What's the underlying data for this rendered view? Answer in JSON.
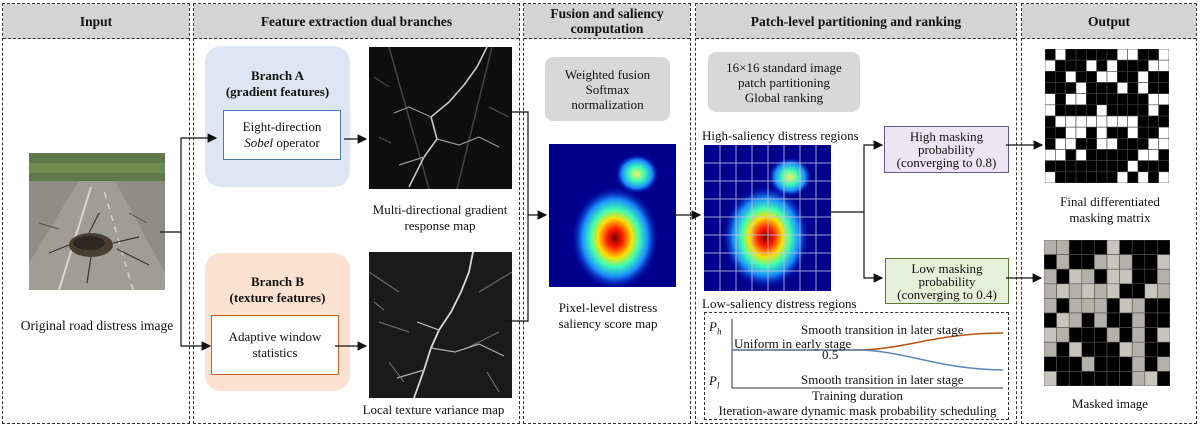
{
  "stages": {
    "input": "Input",
    "feature": "Feature extraction dual branches",
    "fusion": "Fusion and saliency computation",
    "patch": "Patch-level partitioning and ranking",
    "output": "Output"
  },
  "input": {
    "caption": "Original road distress image"
  },
  "branch_a": {
    "title_line1": "Branch A",
    "title_line2": "(gradient features)",
    "op_line1": "Eight-direction",
    "op_line2": "Sobel",
    "op_line2b": " operator",
    "map_line1": "Multi-directional gradient",
    "map_line2": "response map"
  },
  "branch_b": {
    "title_line1": "Branch B",
    "title_line2": "(texture features)",
    "op_line1": "Adaptive window",
    "op_line2": "statistics",
    "map_caption": "Local texture variance map"
  },
  "fusion": {
    "line1": "Weighted fusion",
    "line2": "Softmax",
    "line3": "normalization",
    "cap_line1": "Pixel-level distress",
    "cap_line2": "saliency score map"
  },
  "patch": {
    "line1": "16×16 standard image",
    "line2": "patch partitioning",
    "line3": "Global ranking",
    "high_regions": "High-saliency distress regions",
    "low_regions": "Low-saliency distress regions"
  },
  "high_prob": {
    "line1": "High masking",
    "line2": "probability",
    "line3": "(converging to 0.8)"
  },
  "low_prob": {
    "line1": "Low masking",
    "line2": "probability",
    "line3": "(converging to 0.4)"
  },
  "schedule": {
    "ph": "P",
    "ph_sub": "h",
    "pl": "P",
    "pl_sub": "l",
    "smooth_top": "Smooth transition in later stage",
    "uniform": "Uniform in early stage",
    "half": "0.5",
    "smooth_bottom": "Smooth transition in later stage",
    "xlabel": "Training duration",
    "caption": "Iteration-aware dynamic mask probability scheduling"
  },
  "output": {
    "final_line1": "Final differentiated",
    "final_line2": "masking matrix",
    "masked": "Masked image"
  },
  "colors": {
    "branch_a_bg": "#dde6f2",
    "branch_a_border": "#4a78b8",
    "branch_b_bg": "#fbe2d0",
    "branch_b_border": "#c86428",
    "high_box_bg": "#ece6f4",
    "high_box_border": "#6a5a8c",
    "low_box_bg": "#e6efd8",
    "low_box_border": "#5a7a32",
    "curve_high": "#b8520e",
    "curve_low": "#5b87b8"
  }
}
